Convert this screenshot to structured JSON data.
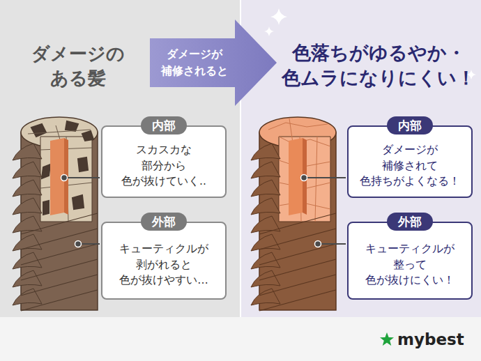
{
  "diagram": {
    "nodes": [
      {
        "text": [
          "ダメージが 補修されると"
        ]
      },
      {
        "text": [
          "内部",
          "スカスカな 部分から 色が抜けていく.."
        ]
      },
      {
        "text": [
          "外部",
          "キューティクルが 剥がれると 色が抜けやすい…"
        ]
      },
      {
        "text": [
          "内部",
          "ダメージが 補修されて 色持ちがよくなる！"
        ]
      },
      {
        "text": [
          "外部",
          "キューティクルが 整って 色が抜けにくい！"
        ]
      }
    ],
    "labels": [
      "ダメージの ある髪",
      "色落ちがゆるやか・ 色ムラになりにくい！",
      "mybest"
    ]
  }
}
